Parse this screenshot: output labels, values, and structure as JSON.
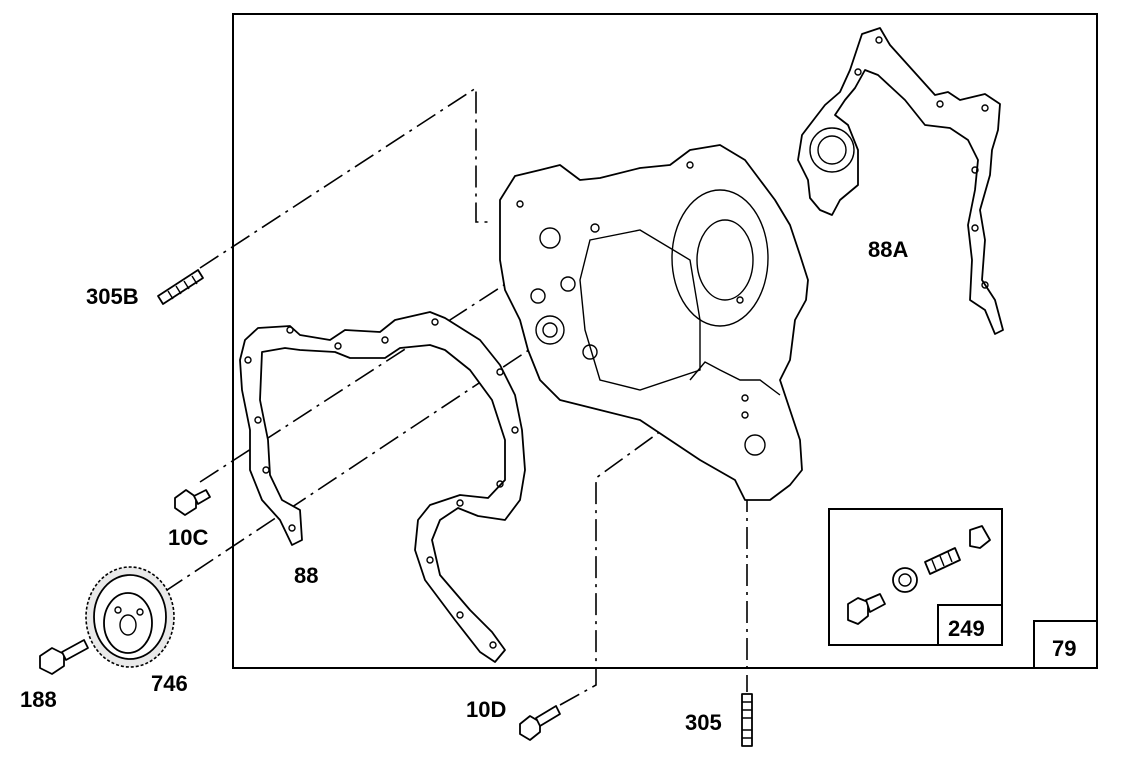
{
  "callouts": {
    "c305B": "305B",
    "c10C": "10C",
    "c88": "88",
    "c88A": "88A",
    "c188": "188",
    "c746": "746",
    "c10D": "10D",
    "c305": "305",
    "c249": "249",
    "c79": "79"
  }
}
